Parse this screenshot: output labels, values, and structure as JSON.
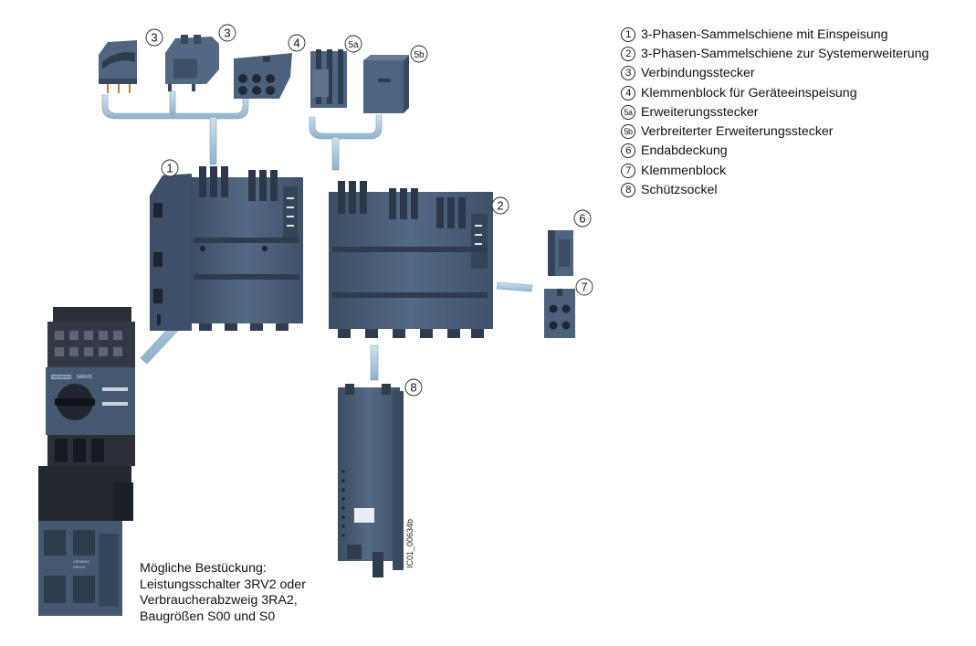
{
  "legend": [
    {
      "num": "1",
      "text": "3-Phasen-Sammelschiene mit Einspeisung"
    },
    {
      "num": "2",
      "text": "3-Phasen-Sammelschiene zur Systemerweiterung"
    },
    {
      "num": "3",
      "text": "Verbindungsstecker"
    },
    {
      "num": "4",
      "text": "Klemmenblock für Geräteeinspeisung"
    },
    {
      "num": "5a",
      "text": "Erweiterungsstecker"
    },
    {
      "num": "5b",
      "text": "Verbreiterter Erweiterungsstecker"
    },
    {
      "num": "6",
      "text": "Endabdeckung"
    },
    {
      "num": "7",
      "text": "Klemmenblock"
    },
    {
      "num": "8",
      "text": "Schützsockel"
    }
  ],
  "caption": {
    "line1": "Mögliche Bestückung:",
    "line2": "Leistungsschalter 3RV2 oder",
    "line3": "Verbraucherabzweig 3RA2,",
    "line4": "Baugrößen S00 und S0"
  },
  "callouts": {
    "c1": "1",
    "c2": "2",
    "c3a": "3",
    "c3b": "3",
    "c4": "4",
    "c5a": "5a",
    "c5b": "5b",
    "c6": "6",
    "c7": "7",
    "c8": "8"
  },
  "device": {
    "brand": "SIEMENS",
    "model": "SIRIUS",
    "brand_lower": "SIEMENS",
    "model_lower": "SIRIUS"
  },
  "figure_id": "IC01_00634b",
  "colors": {
    "device_body": "#4a5d74",
    "device_dark": "#2f3d4f",
    "device_light": "#6c819a",
    "connector_bar": "#a9c7dc",
    "breaker_top": "#2b2f36"
  }
}
